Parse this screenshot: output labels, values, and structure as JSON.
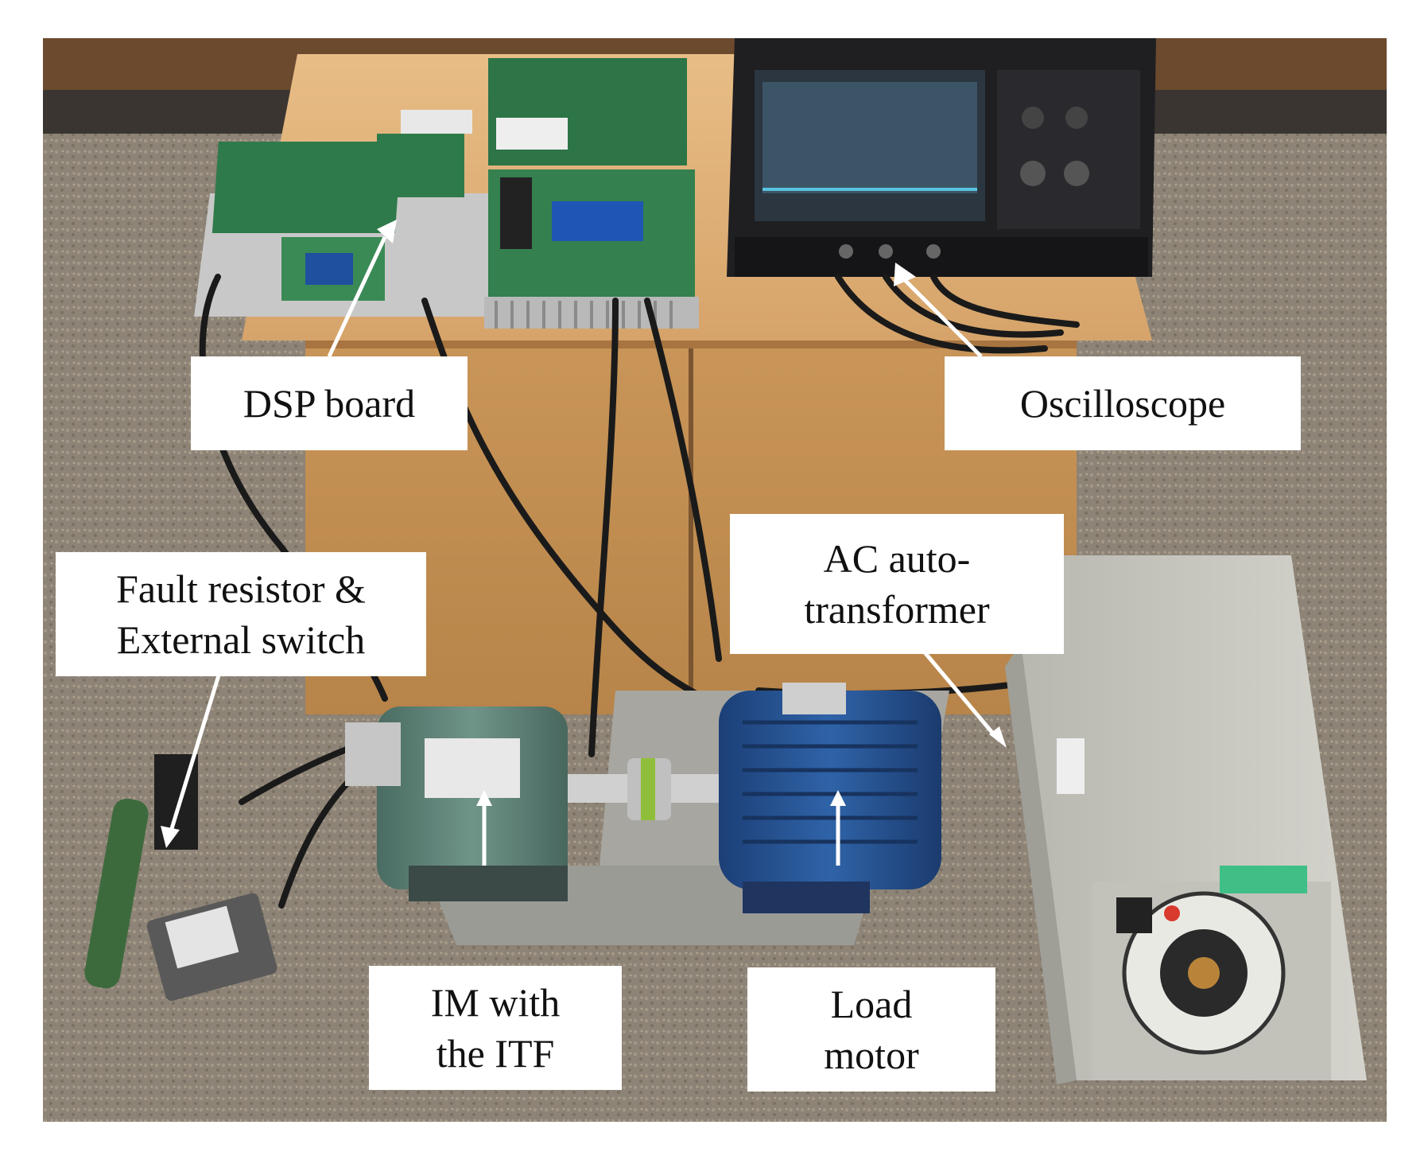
{
  "labels": {
    "dsp_board": [
      "DSP board"
    ],
    "oscilloscope": [
      "Oscilloscope"
    ],
    "fault_resistor": [
      "Fault resistor &",
      "External switch"
    ],
    "ac_autotransformer": [
      "AC auto-",
      "transformer"
    ],
    "im_with_itf": [
      "IM with",
      "the ITF"
    ],
    "load_motor": [
      "Load",
      "motor"
    ]
  },
  "colors": {
    "floor": "#8c8274",
    "cabinet": "#d9a66c",
    "pcb_green": "#2f7a4a",
    "im_motor": "#5e8378",
    "load_motor": "#23508f",
    "autotransformer": "#c9c9c2",
    "arrow": "#ffffff"
  }
}
